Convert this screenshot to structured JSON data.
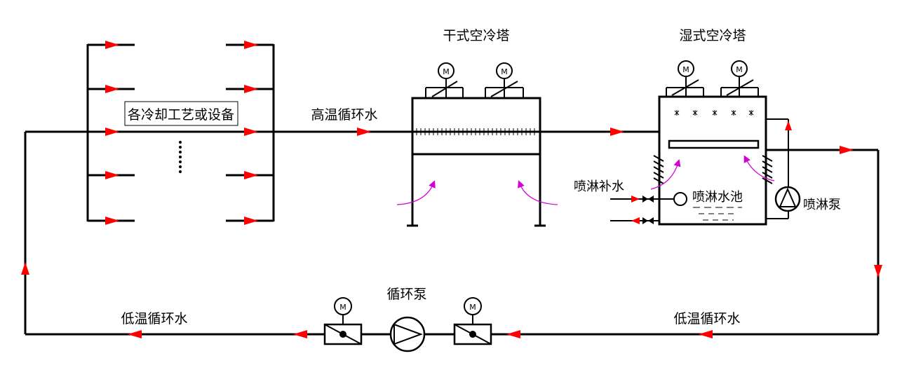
{
  "labels": {
    "equipment": "各冷却工艺或设备",
    "dry_tower": "干式空冷塔",
    "wet_tower": "湿式空冷塔",
    "high_temp_water": "高温循环水",
    "low_temp_water_left": "低温循环水",
    "low_temp_water_right": "低温循环水",
    "circ_pump": "循环泵",
    "spray_makeup": "喷淋补水",
    "spray_pool": "喷淋水池",
    "spray_pump": "喷淋泵",
    "motor_symbol": "M"
  },
  "colors": {
    "line": "#000000",
    "flow_arrow": "#ff0000",
    "air_flow": "#d400d4"
  }
}
